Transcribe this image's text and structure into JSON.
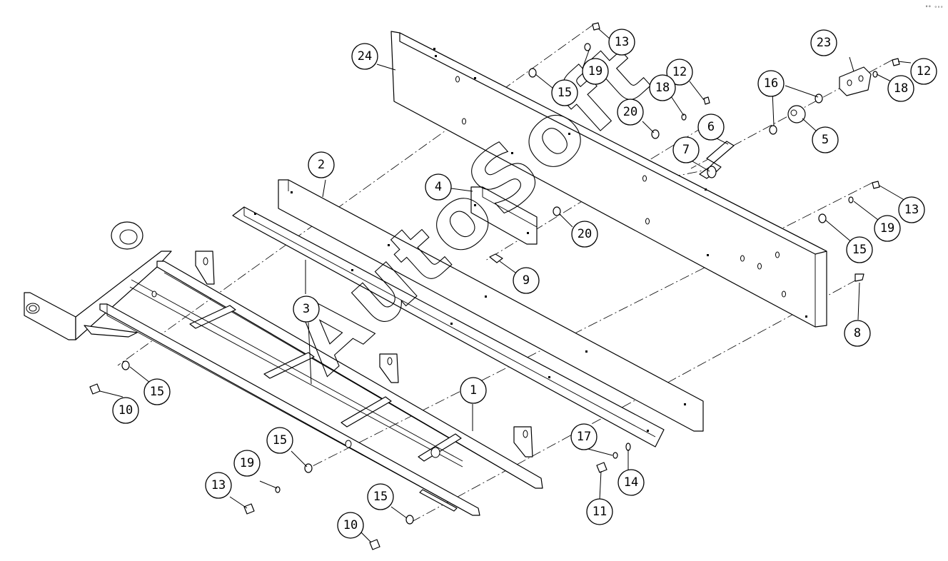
{
  "watermark": "AutoSoft",
  "corner_mark": "°° ᵒᵒᵒ",
  "callouts": [
    {
      "label": "24"
    },
    {
      "label": "13"
    },
    {
      "label": "19"
    },
    {
      "label": "15"
    },
    {
      "label": "12"
    },
    {
      "label": "18"
    },
    {
      "label": "20"
    },
    {
      "label": "16"
    },
    {
      "label": "23"
    },
    {
      "label": "12"
    },
    {
      "label": "18"
    },
    {
      "label": "6"
    },
    {
      "label": "5"
    },
    {
      "label": "7"
    },
    {
      "label": "2"
    },
    {
      "label": "4"
    },
    {
      "label": "20"
    },
    {
      "label": "13"
    },
    {
      "label": "19"
    },
    {
      "label": "15"
    },
    {
      "label": "9"
    },
    {
      "label": "3"
    },
    {
      "label": "8"
    },
    {
      "label": "1"
    },
    {
      "label": "15"
    },
    {
      "label": "10"
    },
    {
      "label": "15"
    },
    {
      "label": "19"
    },
    {
      "label": "13"
    },
    {
      "label": "17"
    },
    {
      "label": "14"
    },
    {
      "label": "11"
    },
    {
      "label": "15"
    },
    {
      "label": "10"
    }
  ]
}
